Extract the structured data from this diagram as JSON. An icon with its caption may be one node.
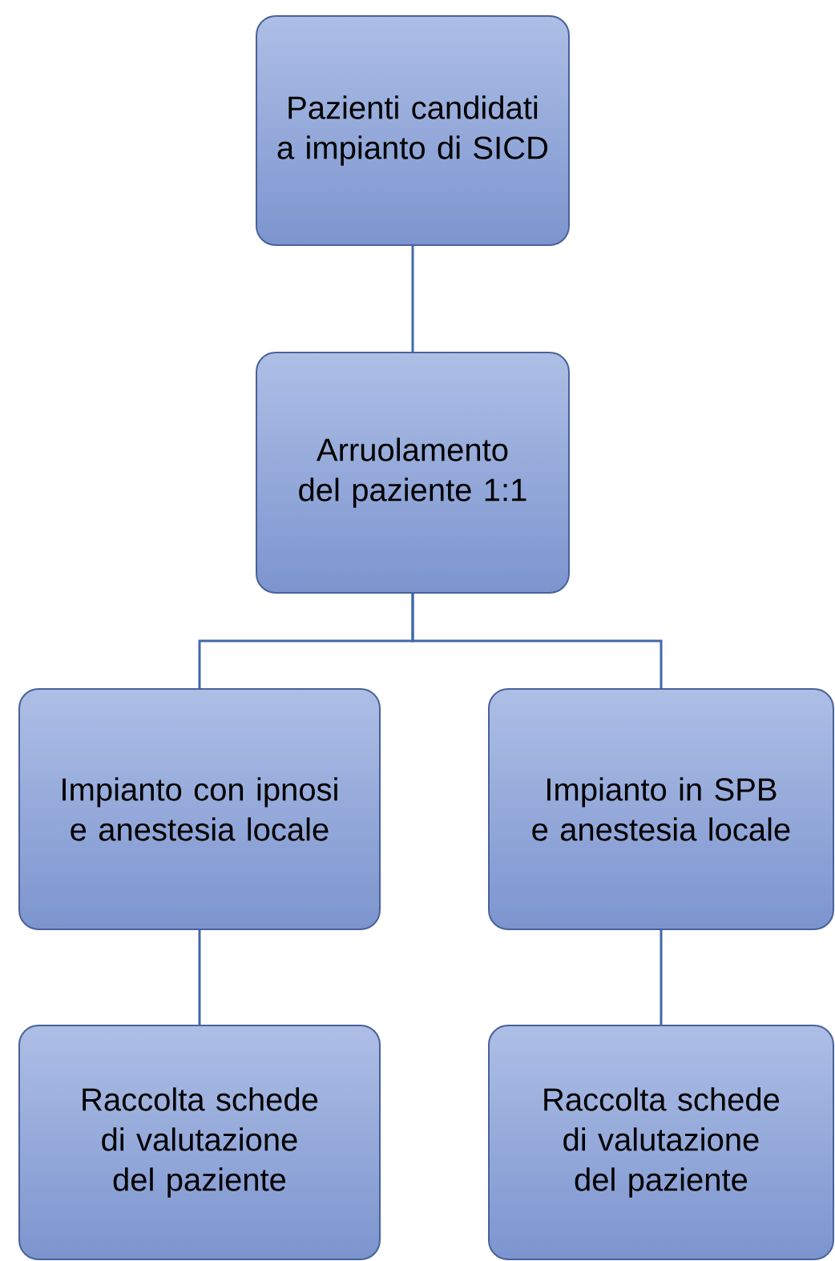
{
  "diagram": {
    "nodes": [
      {
        "text": [
          "Pazienti candidati a impianto di SICD"
        ]
      },
      {
        "text": [
          "Arruolamento del paziente 1:1"
        ]
      },
      {
        "text": [
          "Impianto con ipnosi e anestesia locale"
        ]
      },
      {
        "text": [
          "Impianto in SPB e anestesia locale"
        ]
      },
      {
        "text": [
          "Raccolta schede di valutazione del paziente"
        ]
      },
      {
        "text": [
          "Raccolta schede di valutazione del paziente"
        ]
      }
    ],
    "edges": [
      {
        "from": 0,
        "to": 1,
        "arrow": "none"
      },
      {
        "from": 1,
        "to": 2,
        "arrow": "none"
      },
      {
        "from": 1,
        "to": 3,
        "arrow": "none"
      },
      {
        "from": 2,
        "to": 4,
        "arrow": "none"
      },
      {
        "from": 3,
        "to": 5,
        "arrow": "none"
      }
    ]
  }
}
